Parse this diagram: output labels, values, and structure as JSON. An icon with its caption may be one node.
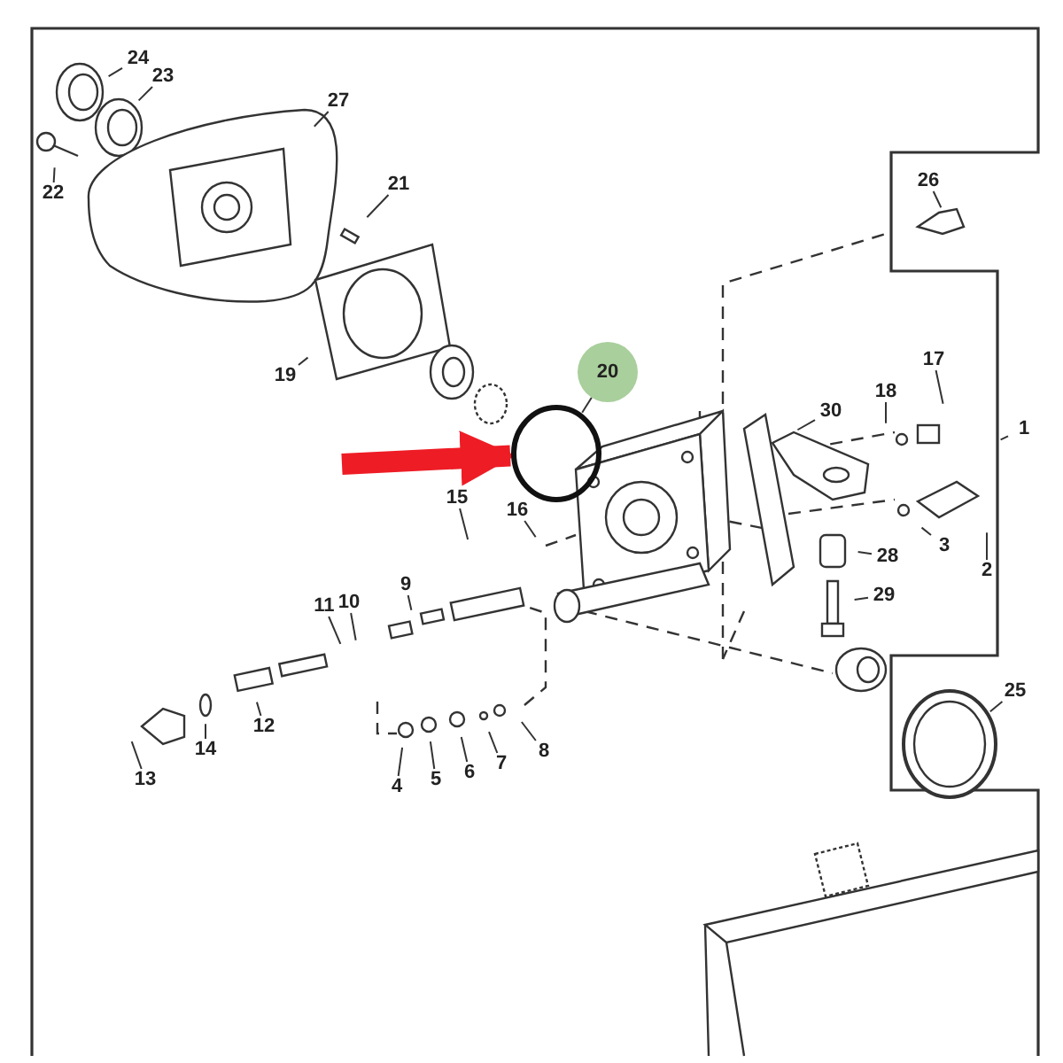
{
  "diagram": {
    "nodes": [
      {
        "text": [
          "24"
        ]
      },
      {
        "text": [
          "23"
        ]
      },
      {
        "text": [
          "27"
        ]
      },
      {
        "text": [
          "22"
        ]
      },
      {
        "text": [
          "26"
        ]
      },
      {
        "text": [
          "21"
        ]
      },
      {
        "text": [
          "19"
        ]
      },
      {
        "text": [
          "20"
        ]
      },
      {
        "text": [
          "17"
        ]
      },
      {
        "text": [
          "18"
        ]
      },
      {
        "text": [
          "30"
        ]
      },
      {
        "text": [
          "1"
        ]
      },
      {
        "text": [
          "15"
        ]
      },
      {
        "text": [
          "16"
        ]
      },
      {
        "text": [
          "3"
        ]
      },
      {
        "text": [
          "28"
        ]
      },
      {
        "text": [
          "2"
        ]
      },
      {
        "text": [
          "29"
        ]
      },
      {
        "text": [
          "9"
        ]
      },
      {
        "text": [
          "11"
        ]
      },
      {
        "text": [
          "10"
        ]
      },
      {
        "text": [
          "12"
        ]
      },
      {
        "text": [
          "13"
        ]
      },
      {
        "text": [
          "14"
        ]
      },
      {
        "text": [
          "4"
        ]
      },
      {
        "text": [
          "5"
        ]
      },
      {
        "text": [
          "6"
        ]
      },
      {
        "text": [
          "7"
        ]
      },
      {
        "text": [
          "8"
        ]
      },
      {
        "text": [
          "25"
        ]
      },
      {
        "text": [],
        "shape": "circle"
      }
    ],
    "edges": [
      {
        "from": 0,
        "to": null,
        "arrow": "none"
      },
      {
        "from": 1,
        "to": null,
        "arrow": "none"
      },
      {
        "from": 2,
        "to": null,
        "arrow": "none"
      },
      {
        "from": 3,
        "to": null,
        "arrow": "none"
      },
      {
        "from": 4,
        "to": null,
        "arrow": "none"
      },
      {
        "from": 5,
        "to": null,
        "arrow": "none"
      },
      {
        "from": 6,
        "to": null,
        "arrow": "none"
      },
      {
        "from": 7,
        "to": 30,
        "arrow": "none"
      },
      {
        "from": 8,
        "to": null,
        "arrow": "none"
      },
      {
        "from": 9,
        "to": null,
        "arrow": "none"
      },
      {
        "from": 10,
        "to": null,
        "arrow": "none"
      },
      {
        "from": 11,
        "to": null,
        "arrow": "none"
      },
      {
        "from": 12,
        "to": null,
        "arrow": "none"
      },
      {
        "from": 13,
        "to": null,
        "arrow": "none"
      },
      {
        "from": 14,
        "to": null,
        "arrow": "none"
      },
      {
        "from": 15,
        "to": null,
        "arrow": "none"
      },
      {
        "from": 16,
        "to": null,
        "arrow": "none"
      },
      {
        "from": 17,
        "to": null,
        "arrow": "none"
      },
      {
        "from": 18,
        "to": null,
        "arrow": "none"
      },
      {
        "from": 19,
        "to": null,
        "arrow": "none"
      },
      {
        "from": 20,
        "to": null,
        "arrow": "none"
      },
      {
        "from": 21,
        "to": null,
        "arrow": "none"
      },
      {
        "from": 22,
        "to": null,
        "arrow": "none"
      },
      {
        "from": 23,
        "to": null,
        "arrow": "none"
      },
      {
        "from": 24,
        "to": null,
        "arrow": "none"
      },
      {
        "from": 25,
        "to": null,
        "arrow": "none"
      },
      {
        "from": 26,
        "to": null,
        "arrow": "none"
      },
      {
        "from": 27,
        "to": null,
        "arrow": "none"
      },
      {
        "from": 28,
        "to": null,
        "arrow": "none"
      },
      {
        "from": 29,
        "to": null,
        "arrow": "none"
      },
      {
        "from": null,
        "to": 30,
        "arrow": "to",
        "style": "thick",
        "color": "#ee1c25"
      }
    ]
  }
}
